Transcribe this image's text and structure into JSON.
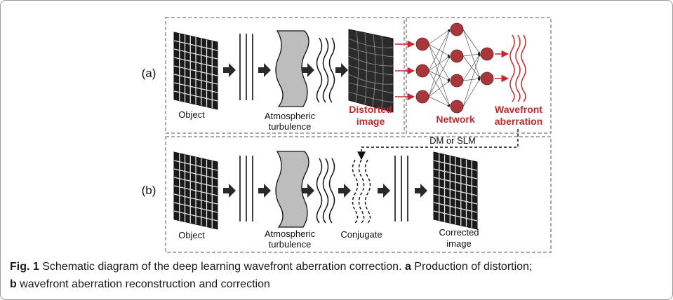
{
  "panels": {
    "a": {
      "label": "(a)",
      "object": "Object",
      "turbulence": [
        "Atmospheric",
        "turbulence"
      ],
      "distorted": [
        "Distorted",
        "image"
      ],
      "network": "Network",
      "wavefront": [
        "Wavefront",
        "aberration"
      ]
    },
    "b": {
      "label": "(b)",
      "object": "Object",
      "turbulence": [
        "Atmospheric",
        "turbulence"
      ],
      "conjugate": "Conjugate",
      "corrected": [
        "Corrected",
        "image"
      ]
    },
    "device": "DM or SLM"
  },
  "caption": {
    "fig": "Fig. 1",
    "text1": " Schematic diagram of the deep learning wavefront aberration correction. ",
    "a_label": "a",
    "a_text": " Production of distortion;",
    "b_label": "b",
    "b_text": " wavefront aberration reconstruction and correction"
  },
  "colors": {
    "accent_red": "#c0282c",
    "node_fill": "#a8373b",
    "grid_dark": "#1a1a1a",
    "turbulence_gray": "#bdbdbd"
  }
}
